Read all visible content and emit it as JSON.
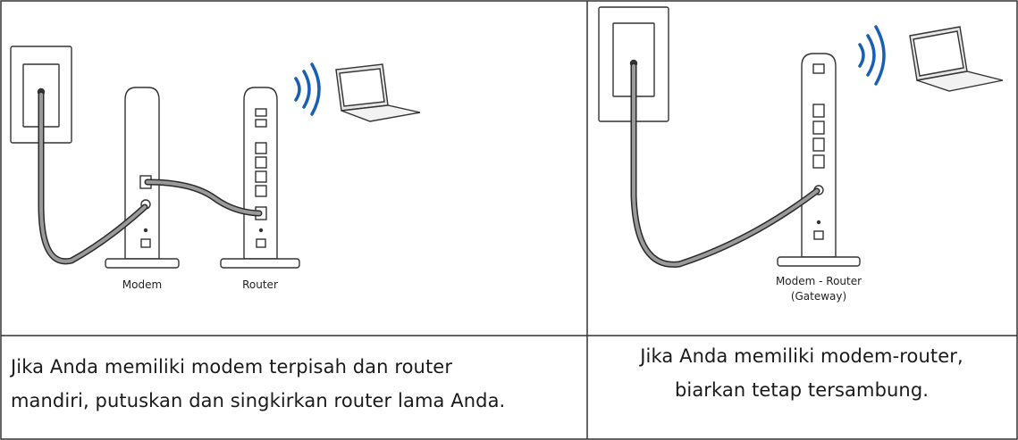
{
  "panels": [
    {
      "id": "separate",
      "device_labels": [
        "Modem",
        "Router"
      ],
      "caption_lines": [
        "Jika Anda memiliki modem terpisah dan router",
        "mandiri, putuskan dan singkirkan router lama Anda."
      ]
    },
    {
      "id": "gateway",
      "device_labels": [
        "Modem - Router",
        "(Gateway)"
      ],
      "caption_lines": [
        "Jika Anda memiliki modem-router,",
        "biarkan tetap tersambung."
      ]
    }
  ],
  "colors": {
    "line": "#333333",
    "wifi": "#1a5fb4",
    "cable": "#6b6b6b",
    "cable_outline": "#2a2a2a",
    "device_fill": "#ffffff"
  },
  "icons": [
    "wall-outlet-icon",
    "modem-icon",
    "router-icon",
    "wifi-signal-icon",
    "laptop-icon",
    "gateway-icon"
  ]
}
